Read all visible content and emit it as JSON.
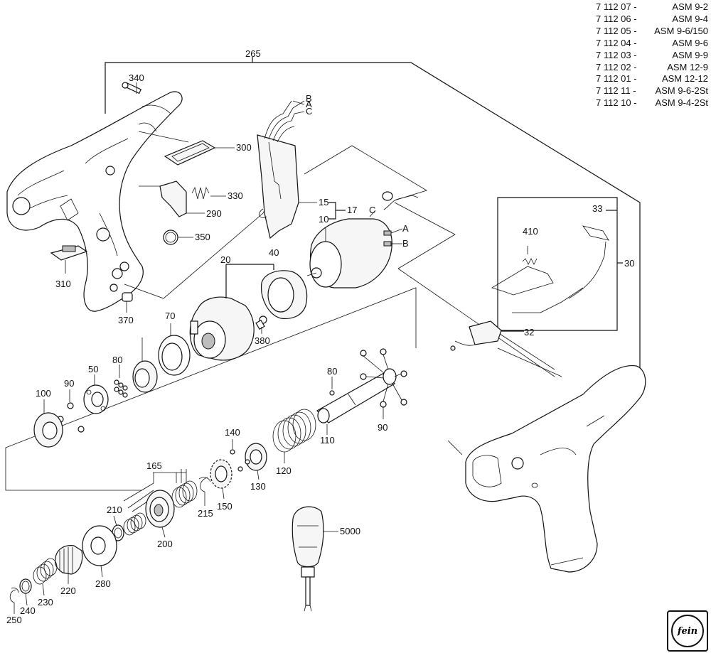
{
  "models": [
    {
      "code": "7 112 07 -",
      "name": "ASM 9-2"
    },
    {
      "code": "7 112 06 -",
      "name": "ASM 9-4"
    },
    {
      "code": "7 112 05 -",
      "name": "ASM 9-6/150"
    },
    {
      "code": "7 112 04 -",
      "name": "ASM 9-6"
    },
    {
      "code": "7 112 03 -",
      "name": "ASM 9-9"
    },
    {
      "code": "7 112 02 -",
      "name": "ASM 12-9"
    },
    {
      "code": "7 112 01 -",
      "name": "ASM 12-12"
    },
    {
      "code": "7 112 11 -",
      "name": "ASM 9-6-2St"
    },
    {
      "code": "7 112 10 -",
      "name": "ASM 9-4-2St"
    }
  ],
  "labels": {
    "p265": "265",
    "p340": "340",
    "p300": "300",
    "p330": "330",
    "p290": "290",
    "p350": "350",
    "p310": "310",
    "p370": "370",
    "pA1": "A",
    "pB1": "B",
    "pC1": "C",
    "p15": "15",
    "p17": "17",
    "p10": "10",
    "pC2": "C",
    "pA2": "A",
    "pB2": "B",
    "p20": "20",
    "p40": "40",
    "p380": "380",
    "p33": "33",
    "p410": "410",
    "p30": "30",
    "p32": "32",
    "p70": "70",
    "p80a": "80",
    "p50": "50",
    "p90a": "90",
    "p100": "100",
    "p80b": "80",
    "p90b": "90",
    "p110": "110",
    "p120": "120",
    "p140": "140",
    "p130": "130",
    "p150": "150",
    "p165": "165",
    "p215": "215",
    "p210": "210",
    "p200": "200",
    "p280": "280",
    "p220": "220",
    "p230": "230",
    "p240": "240",
    "p250": "250",
    "p5000": "5000"
  },
  "logo_text": "fein"
}
